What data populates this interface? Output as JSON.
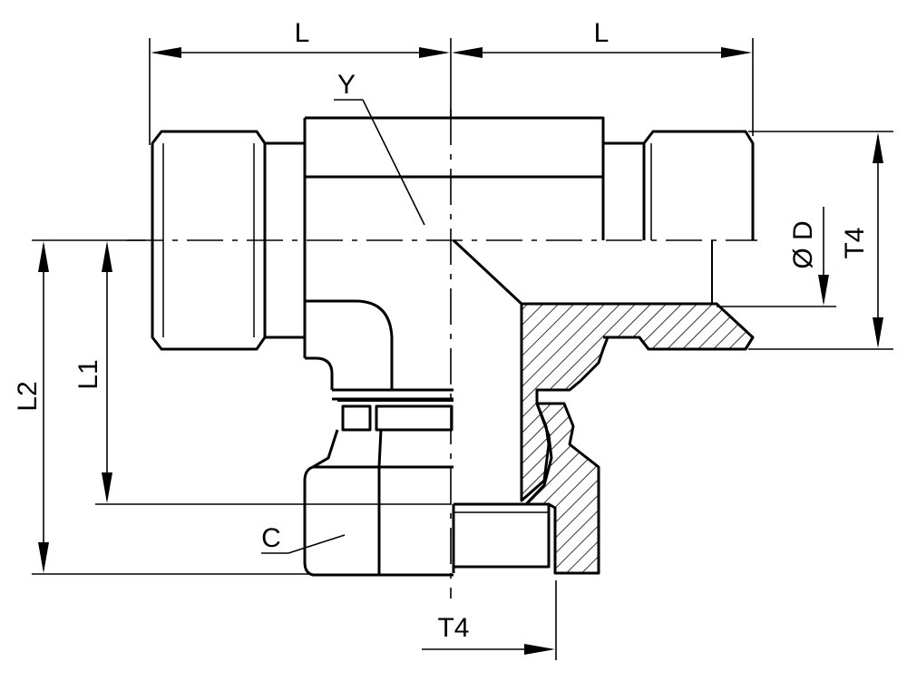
{
  "labels": {
    "length_left": "L",
    "length_right": "L",
    "body_mark": "Y",
    "outer_diameter": "Ø D",
    "thread_right": "T4",
    "height_l1": "L1",
    "height_l2": "L2",
    "nut_mark": "C",
    "thread_bottom": "T4"
  },
  "colors": {
    "line": "#000000",
    "background": "#ffffff"
  }
}
